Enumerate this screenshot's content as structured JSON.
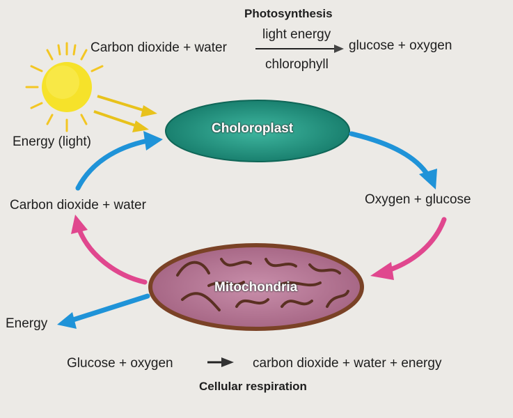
{
  "photosynthesis": {
    "title": "Photosynthesis",
    "reactants": "Carbon dioxide + water",
    "condition_top": "light energy",
    "condition_bottom": "chlorophyll",
    "products": "glucose + oxygen"
  },
  "respiration": {
    "title": "Cellular respiration",
    "reactants": "Glucose + oxygen",
    "products": "carbon dioxide + water  + energy"
  },
  "labels": {
    "energy_light": "Energy (light)",
    "chloroplast": "Choloroplast",
    "mitochondria": "Mitochondria",
    "carbon_dioxide_water": "Carbon dioxide + water",
    "oxygen_glucose": "Oxygen + glucose",
    "energy_out": "Energy"
  },
  "colors": {
    "sun": "#f6e22a",
    "sun_rays": "#f3c623",
    "chloroplast": "#1a8a78",
    "mitochondria": "#b06b8c",
    "mitochondria_border": "#8a4a2a",
    "blue_arrow": "#1f93d8",
    "pink_arrow": "#e0478e"
  }
}
